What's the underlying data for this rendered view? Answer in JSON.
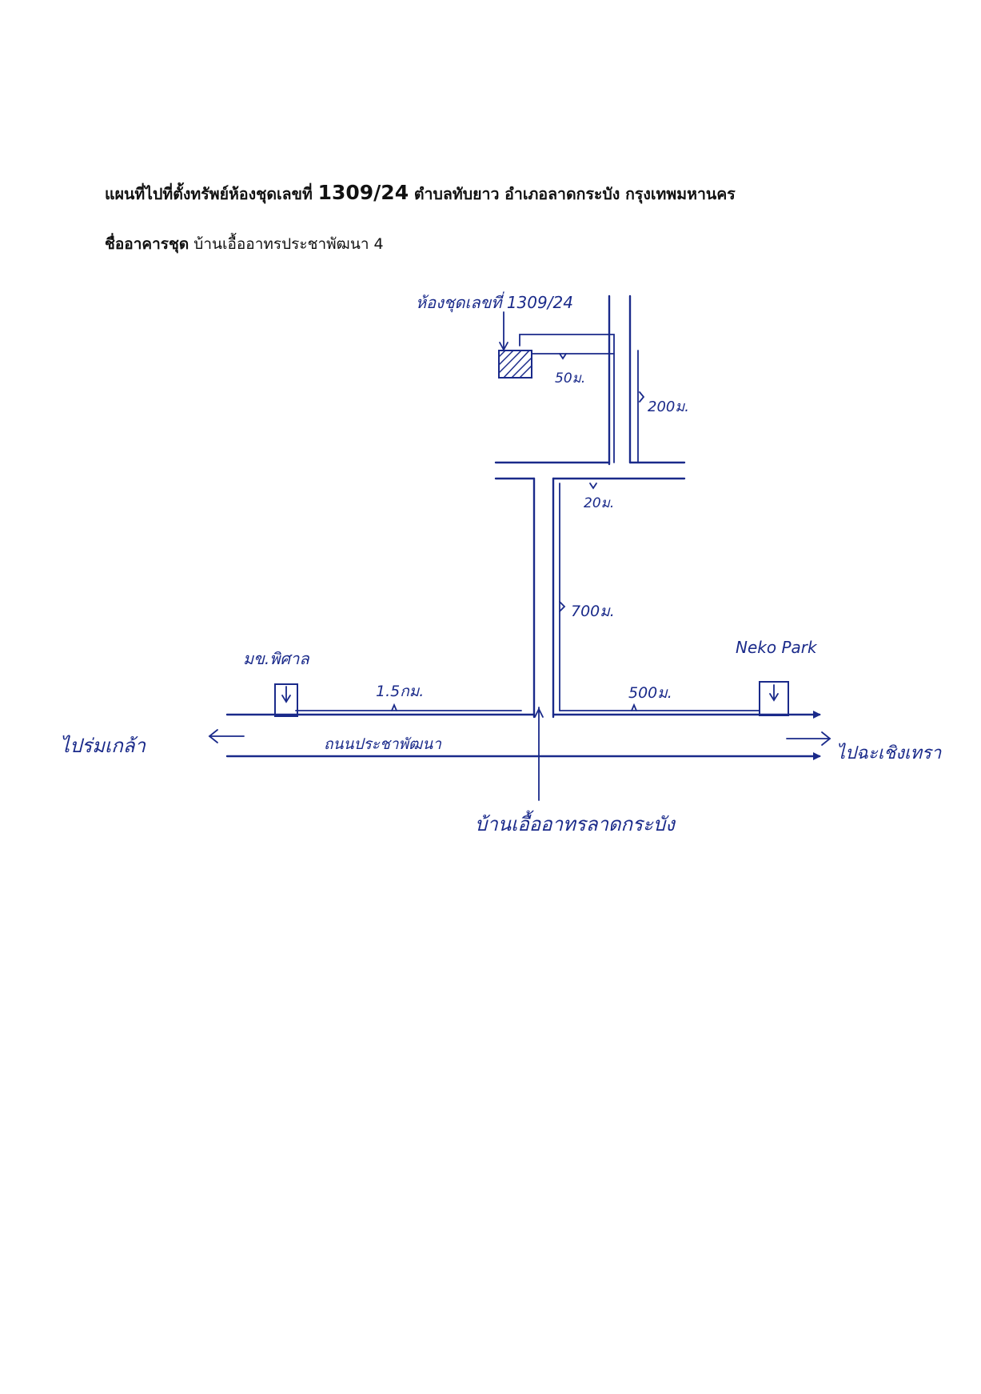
{
  "header": {
    "title_line1_pre": "แผนที่ไปที่ตั้งทรัพย์ห้องชุดเลขที่ ",
    "title_line1_number": "1309/24",
    "title_line1_post": " ตำบลทับยาว อำเภอลาดกระบัง กรุงเทพมหานคร",
    "title_line2_label": "ชื่ออาคารชุด",
    "title_line2_value": " บ้านเอื้ออาทรประชาพัฒนา 4"
  },
  "map": {
    "unit_label": "ห้องชุดเลขที่ 1309/24",
    "dist_50": "50ม.",
    "dist_200": "200ม.",
    "dist_20": "20ม.",
    "dist_700": "700ม.",
    "dist_1_5km": "1.5กม.",
    "dist_500": "500ม.",
    "landmark_left": "มข.พิศาล",
    "landmark_right": "Neko Park",
    "road_name": "ถนนประชาพัฒนา",
    "direction_left": "ไปร่มเกล้า",
    "direction_right": "ไปฉะเชิงเทรา",
    "entrance_label": "บ้านเอื้ออาทรลาดกระบัง",
    "ink_color": "#1a2a8a"
  }
}
